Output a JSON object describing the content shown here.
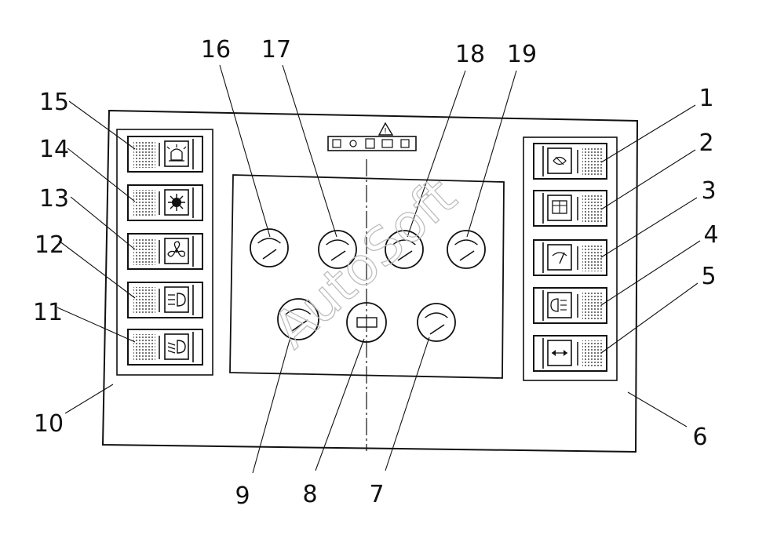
{
  "callouts": {
    "c1": "1",
    "c2": "2",
    "c3": "3",
    "c4": "4",
    "c5": "5",
    "c6": "6",
    "c7": "7",
    "c8": "8",
    "c9": "9",
    "c10": "10",
    "c11": "11",
    "c12": "12",
    "c13": "13",
    "c14": "14",
    "c15": "15",
    "c16": "16",
    "c17": "17",
    "c18": "18",
    "c19": "19"
  },
  "watermark": "AutoSoft",
  "warning_symbol": "!",
  "icons": {
    "left_switches": [
      "beacon-light-icon",
      "sun-lamp-icon",
      "fan-icon",
      "headlight-high-icon",
      "headlight-low-icon"
    ],
    "right_switches": [
      "mirror-heat-icon",
      "window-heat-icon",
      "wiper-icon",
      "fog-light-icon",
      "hazard-arrows-icon"
    ],
    "gauges": [
      "gauge-16",
      "gauge-17",
      "gauge-18",
      "gauge-19",
      "gauge-9",
      "indicator-8",
      "gauge-7"
    ]
  },
  "colors": {
    "ink": "#111111",
    "paper": "#ffffff",
    "watermark": "#bdbdbd"
  }
}
